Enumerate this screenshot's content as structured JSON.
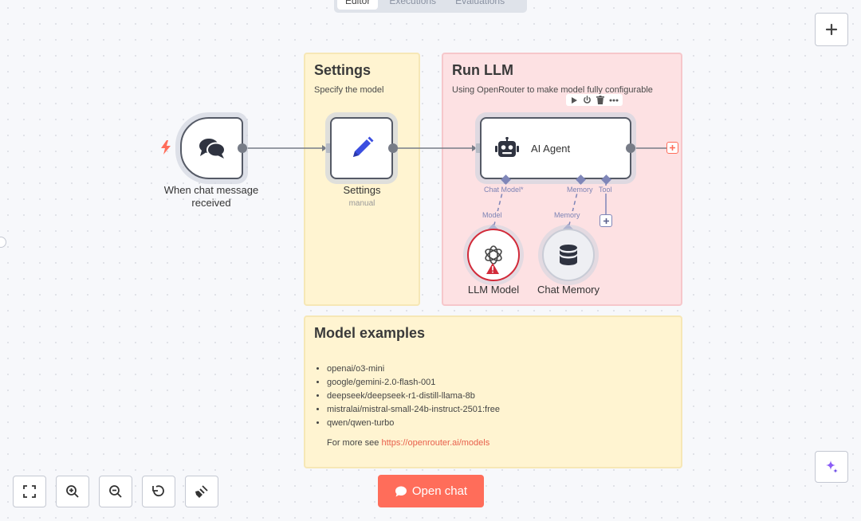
{
  "tabs": [
    {
      "label": "Editor"
    },
    {
      "label": "Executions"
    },
    {
      "label": "Evaluations"
    }
  ],
  "notes": {
    "settings": {
      "title": "Settings",
      "subtitle": "Specify the model"
    },
    "run_llm": {
      "title": "Run LLM",
      "subtitle": "Using OpenRouter to make model fully configurable"
    },
    "examples": {
      "title": "Model examples",
      "items": [
        "openai/o3-mini",
        "google/gemini-2.0-flash-001",
        "deepseek/deepseek-r1-distill-llama-8b",
        "mistralai/mistral-small-24b-instruct-2501:free",
        "qwen/qwen-turbo"
      ],
      "more_prefix": "For more see ",
      "more_link": "https://openrouter.ai/models"
    }
  },
  "nodes": {
    "trigger": {
      "label_line1": "When chat message",
      "label_line2": "received"
    },
    "settings": {
      "label": "Settings",
      "sublabel": "manual"
    },
    "agent": {
      "label": "AI Agent",
      "port_chat_model": "Chat Model*",
      "port_memory": "Memory",
      "port_tool": "Tool"
    },
    "llm_model": {
      "label": "LLM Model",
      "port": "Model"
    },
    "chat_memory": {
      "label": "Chat Memory",
      "port": "Memory"
    }
  },
  "actions": {
    "open_chat": "Open chat"
  },
  "colors": {
    "accent": "#ff6d5a",
    "sticky_yellow": "#fff4d1",
    "sticky_red": "#fde1e3",
    "pencil_blue": "#3b4ee0",
    "error_red": "#d22b3a"
  }
}
